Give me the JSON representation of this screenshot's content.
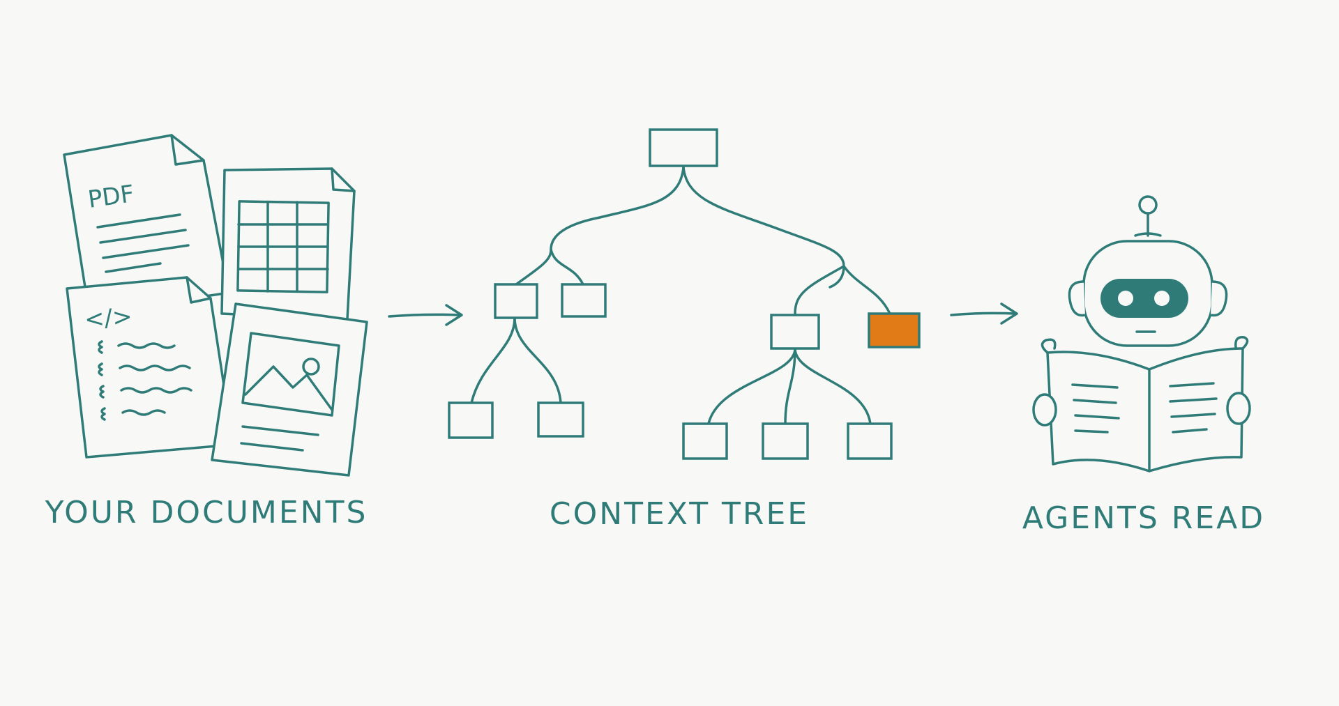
{
  "colors": {
    "ink": "#2f7b78",
    "background": "#f8f9f6",
    "highlight": "#e07b17"
  },
  "documents": {
    "label": "YOUR DOCUMENTS",
    "pdf_text": "PDF",
    "code_text": "</>",
    "icons": [
      "pdf-document-icon",
      "spreadsheet-document-icon",
      "code-document-icon",
      "image-document-icon"
    ]
  },
  "tree": {
    "label": "CONTEXT TREE",
    "highlighted_node": "right-child-2"
  },
  "agents": {
    "label": "AGENTS READ",
    "icons": [
      "robot-icon",
      "open-book-icon"
    ]
  },
  "flow_arrows": [
    "documents-to-tree-arrow",
    "tree-to-agents-arrow"
  ]
}
